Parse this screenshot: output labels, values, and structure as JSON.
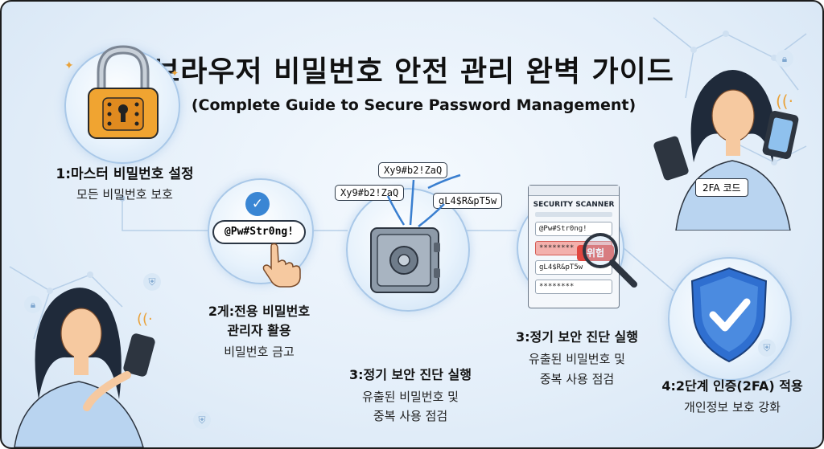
{
  "title": "브라우저 비밀번호 안전 관리 완벽 가이드",
  "subtitle": "(Complete Guide to Secure Password Management)",
  "step1": {
    "title": "1:마스터 비밀번호 설정",
    "desc": "모든 비밀번호 보호"
  },
  "step2": {
    "title_line1": "2게:전용 비밀번호",
    "title_line2": "관리자 활용",
    "desc": "비밀번호 금고",
    "pill": "@Pw#Str0ng!"
  },
  "step3_center": {
    "title": "3:정기 보안 진단 실행",
    "desc_line1": "유출된 비밀번호 및",
    "desc_line2": "중복 사용 점검"
  },
  "step3_right": {
    "title": "3:정기 보안 진단 실행",
    "desc_line1": "유출된 비밀번호 및",
    "desc_line2": "중복 사용 점검"
  },
  "step4": {
    "title": "4:2단계 인증(2FA) 적용",
    "desc": "개인정보 보호 강화"
  },
  "vault_chips": [
    "Xy9#b2!ZaQ",
    "Xy9#b2!ZaQ",
    "gL4$R&pT5w"
  ],
  "scanner": {
    "title": "SECURITY SCANNER",
    "rows": [
      "@Pw#Str0ng!",
      "********",
      "gL4$R&pT5w",
      "********"
    ],
    "danger": "위험"
  },
  "phone_badge": "2FA 코드",
  "colors": {
    "accent": "#3a86d4",
    "lock": "#f0a431",
    "danger": "#e0463f",
    "shield": "#2f6fd0"
  }
}
